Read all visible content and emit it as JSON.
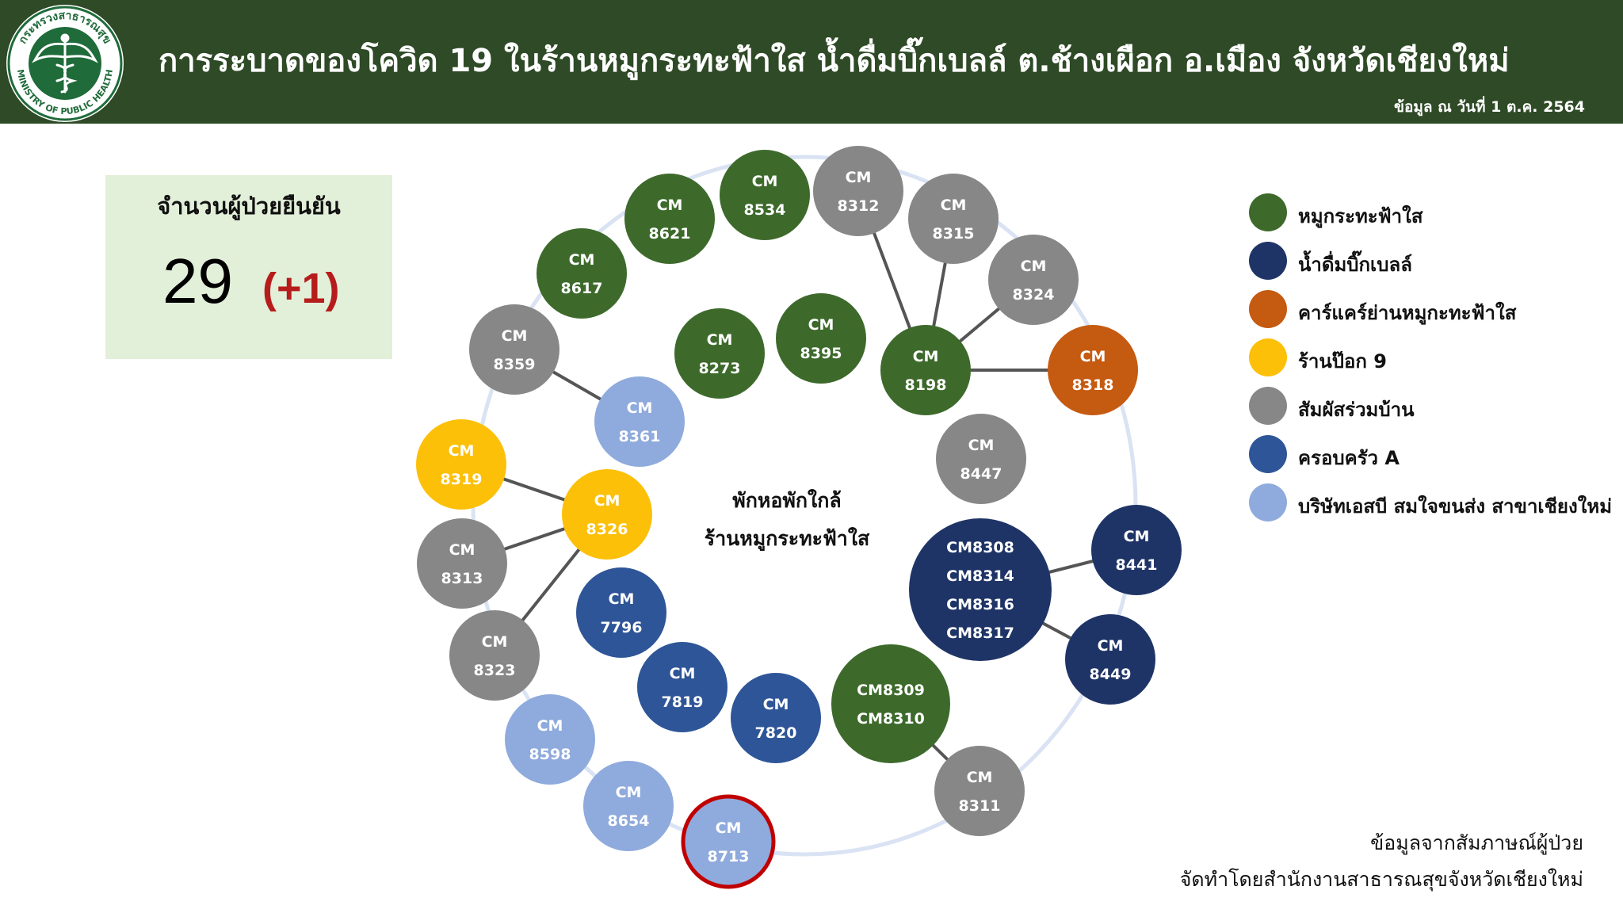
{
  "header": {
    "title": "การระบาดของโควิด 19 ในร้านหมูกระทะฟ้าใส น้ำดื่มบิ๊กเบลล์ ต.ช้างเผือก อ.เมือง จังหวัดเชียงใหม่",
    "date": "ข้อมูล ณ วันที่ 1 ต.ค. 2564",
    "logo": {
      "top_text": "กระทรวงสาธารณสุข",
      "bottom_text": "MINISTRY OF PUBLIC HEALTH",
      "icon": "caduceus-emblem-icon"
    }
  },
  "summary": {
    "label": "จำนวนผู้ป่วยยืนยัน",
    "value": "29",
    "delta": "(+1)"
  },
  "colors": {
    "header_bg": "#2e4a26",
    "moo_kratha": "#3d6a2b",
    "big_bell": "#1f3466",
    "car_care": "#c55a11",
    "pok9": "#fcc009",
    "household": "#878787",
    "family_a": "#2e5597",
    "company": "#8faadc",
    "ring": "#dae3f3",
    "link": "#555555",
    "highlight": "#c00000"
  },
  "legend": [
    {
      "key": "moo_kratha",
      "label": "หมูกระทะฟ้าใส"
    },
    {
      "key": "big_bell",
      "label": "น้ำดื่มบิ๊กเบลล์"
    },
    {
      "key": "car_care",
      "label": "คาร์แคร์ย่านหมูกะทะฟ้าใส"
    },
    {
      "key": "pok9",
      "label": "ร้านป๊อก 9"
    },
    {
      "key": "household",
      "label": "สัมผัสร่วมบ้าน"
    },
    {
      "key": "family_a",
      "label": "ครอบครัว A"
    },
    {
      "key": "company",
      "label": "บริษัทเอสบี สมใจขนส่ง สาขาเชียงใหม่"
    }
  ],
  "center_label": [
    "พักหอพักใกล้",
    "ร้านหมูกระทะฟ้าใส"
  ],
  "nodes": [
    {
      "id": "8621",
      "lines": [
        "CM",
        "8621"
      ],
      "group": "moo_kratha"
    },
    {
      "id": "8534",
      "lines": [
        "CM",
        "8534"
      ],
      "group": "moo_kratha"
    },
    {
      "id": "8617",
      "lines": [
        "CM",
        "8617"
      ],
      "group": "moo_kratha"
    },
    {
      "id": "8273",
      "lines": [
        "CM",
        "8273"
      ],
      "group": "moo_kratha"
    },
    {
      "id": "8395",
      "lines": [
        "CM",
        "8395"
      ],
      "group": "moo_kratha"
    },
    {
      "id": "8198",
      "lines": [
        "CM",
        "8198"
      ],
      "group": "moo_kratha"
    },
    {
      "id": "8309",
      "lines": [
        "CM8309",
        "CM8310"
      ],
      "group": "moo_kratha"
    },
    {
      "id": "8312",
      "lines": [
        "CM",
        "8312"
      ],
      "group": "household"
    },
    {
      "id": "8315",
      "lines": [
        "CM",
        "8315"
      ],
      "group": "household"
    },
    {
      "id": "8324",
      "lines": [
        "CM",
        "8324"
      ],
      "group": "household"
    },
    {
      "id": "8359",
      "lines": [
        "CM",
        "8359"
      ],
      "group": "household"
    },
    {
      "id": "8447",
      "lines": [
        "CM",
        "8447"
      ],
      "group": "household"
    },
    {
      "id": "8313",
      "lines": [
        "CM",
        "8313"
      ],
      "group": "household"
    },
    {
      "id": "8323",
      "lines": [
        "CM",
        "8323"
      ],
      "group": "household"
    },
    {
      "id": "8311",
      "lines": [
        "CM",
        "8311"
      ],
      "group": "household"
    },
    {
      "id": "8318",
      "lines": [
        "CM",
        "8318"
      ],
      "group": "car_care"
    },
    {
      "id": "8319",
      "lines": [
        "CM",
        "8319"
      ],
      "group": "pok9"
    },
    {
      "id": "8326",
      "lines": [
        "CM",
        "8326"
      ],
      "group": "pok9"
    },
    {
      "id": "8361",
      "lines": [
        "CM",
        "8361"
      ],
      "group": "company"
    },
    {
      "id": "8598",
      "lines": [
        "CM",
        "8598"
      ],
      "group": "company"
    },
    {
      "id": "8654",
      "lines": [
        "CM",
        "8654"
      ],
      "group": "company"
    },
    {
      "id": "8713",
      "lines": [
        "CM",
        "8713"
      ],
      "group": "company",
      "highlight": true
    },
    {
      "id": "7796",
      "lines": [
        "CM",
        "7796"
      ],
      "group": "family_a"
    },
    {
      "id": "7819",
      "lines": [
        "CM",
        "7819"
      ],
      "group": "family_a"
    },
    {
      "id": "7820",
      "lines": [
        "CM",
        "7820"
      ],
      "group": "family_a"
    },
    {
      "id": "8308",
      "lines": [
        "CM8308",
        "CM8314",
        "CM8316",
        "CM8317"
      ],
      "group": "big_bell"
    },
    {
      "id": "8441",
      "lines": [
        "CM",
        "8441"
      ],
      "group": "big_bell"
    },
    {
      "id": "8449",
      "lines": [
        "CM",
        "8449"
      ],
      "group": "big_bell"
    }
  ],
  "links": [
    [
      "8312",
      "8198"
    ],
    [
      "8315",
      "8198"
    ],
    [
      "8324",
      "8198"
    ],
    [
      "8198",
      "8318"
    ],
    [
      "8359",
      "8361"
    ],
    [
      "8319",
      "8326"
    ],
    [
      "8326",
      "8313"
    ],
    [
      "8326",
      "8323"
    ],
    [
      "8308",
      "8441"
    ],
    [
      "8308",
      "8449"
    ],
    [
      "8309",
      "8311"
    ]
  ],
  "footer": {
    "line1": "ข้อมูลจากสัมภาษณ์ผู้ป่วย",
    "line2": "จัดทำโดยสำนักงานสาธารณสุขจังหวัดเชียงใหม่"
  }
}
